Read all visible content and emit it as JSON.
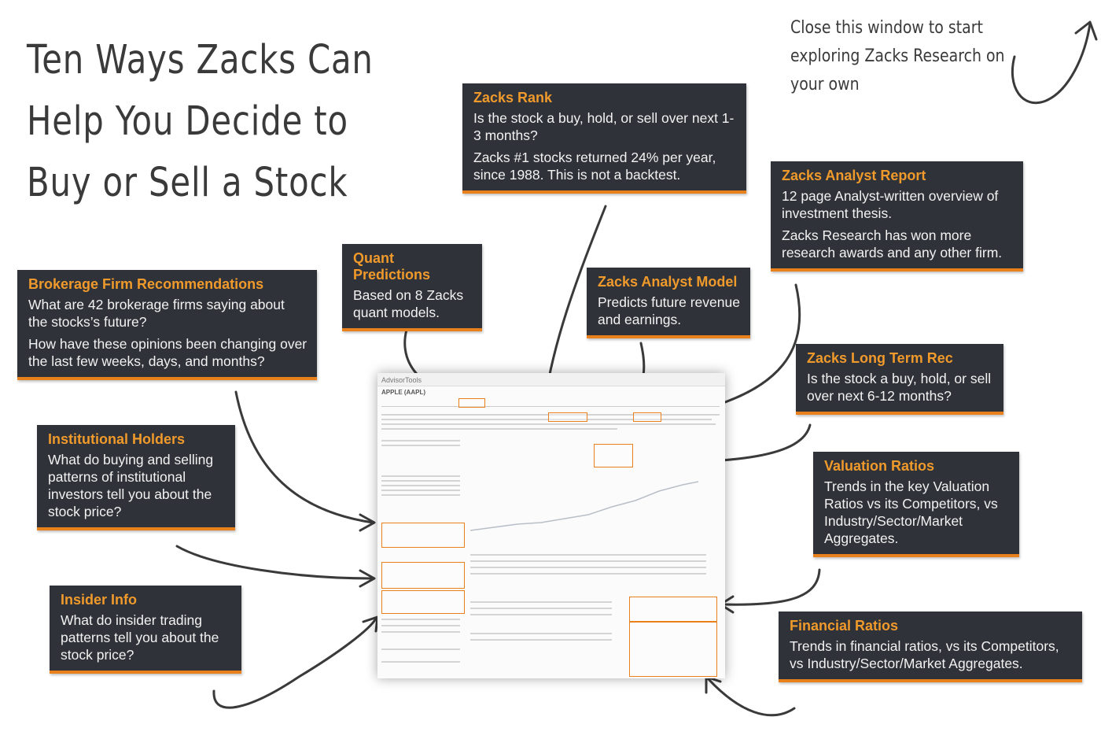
{
  "title": "Ten Ways Zacks Can Help You Decide to Buy or Sell a Stock",
  "close_hint": "Close this window to start exploring Zacks Research on your own",
  "callouts": {
    "zacks_rank": {
      "heading": "Zacks Rank",
      "lines": [
        "Is the stock a buy, hold, or sell over next 1-3 months?",
        "Zacks #1 stocks returned 24% per year, since 1988. This is not a backtest."
      ]
    },
    "analyst_report": {
      "heading": "Zacks Analyst Report",
      "lines": [
        "12 page Analyst-written overview of investment thesis.",
        "Zacks Research has won more research awards and any other firm."
      ]
    },
    "quant_predictions": {
      "heading": "Quant Predictions",
      "lines": [
        "Based on 8 Zacks quant models."
      ]
    },
    "analyst_model": {
      "heading": "Zacks Analyst Model",
      "lines": [
        "Predicts future revenue and earnings."
      ]
    },
    "brokerage": {
      "heading": "Brokerage Firm Recommendations",
      "lines": [
        "What are 42 brokerage firms saying about the stocks’s future?",
        "How have these opinions been changing over the last few weeks, days, and months?"
      ]
    },
    "long_term": {
      "heading": "Zacks Long Term Rec",
      "lines": [
        "Is the stock a buy, hold, or sell over next 6-12 months?"
      ]
    },
    "institutional": {
      "heading": "Institutional Holders",
      "lines": [
        "What do buying and selling patterns of institutional investors tell you about the stock price?"
      ]
    },
    "valuation": {
      "heading": "Valuation Ratios",
      "lines": [
        "Trends in the key Valuation Ratios vs its Competitors, vs Industry/Sector/Market Aggregates."
      ]
    },
    "insider": {
      "heading": "Insider Info",
      "lines": [
        "What do insider trading patterns tell you about the stock price?"
      ]
    },
    "financial": {
      "heading": "Financial Ratios",
      "lines": [
        "Trends in financial ratios, vs its Competitors, vs Industry/Sector/Market Aggregates."
      ]
    }
  },
  "screenshot": {
    "logo": "AdvisorTools",
    "heading": "APPLE (AAPL)"
  },
  "colors": {
    "callout_bg": "#2f3238",
    "accent": "#e8801c",
    "text": "#3a3a3a"
  }
}
